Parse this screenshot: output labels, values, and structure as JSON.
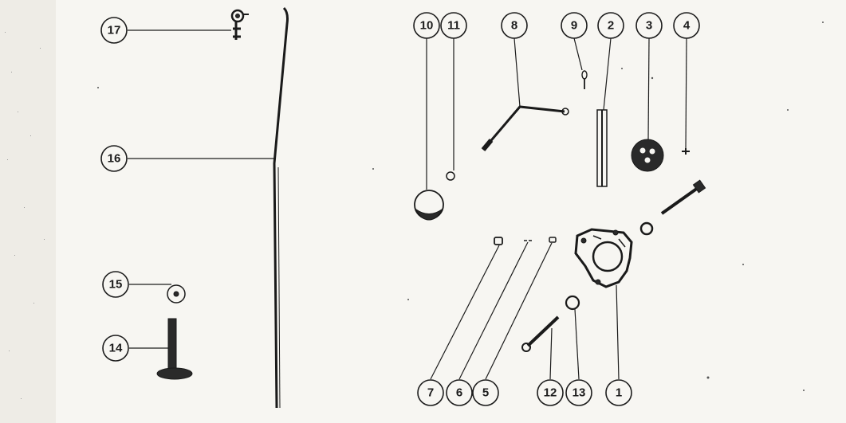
{
  "callouts": {
    "c1": "1",
    "c2": "2",
    "c3": "3",
    "c4": "4",
    "c5": "5",
    "c6": "6",
    "c7": "7",
    "c8": "8",
    "c9": "9",
    "c10": "10",
    "c11": "11",
    "c12": "12",
    "c13": "13",
    "c14": "14",
    "c15": "15",
    "c16": "16",
    "c17": "17"
  },
  "colors": {
    "ink": "#1c1c1c",
    "paper": "#f7f6f2"
  }
}
